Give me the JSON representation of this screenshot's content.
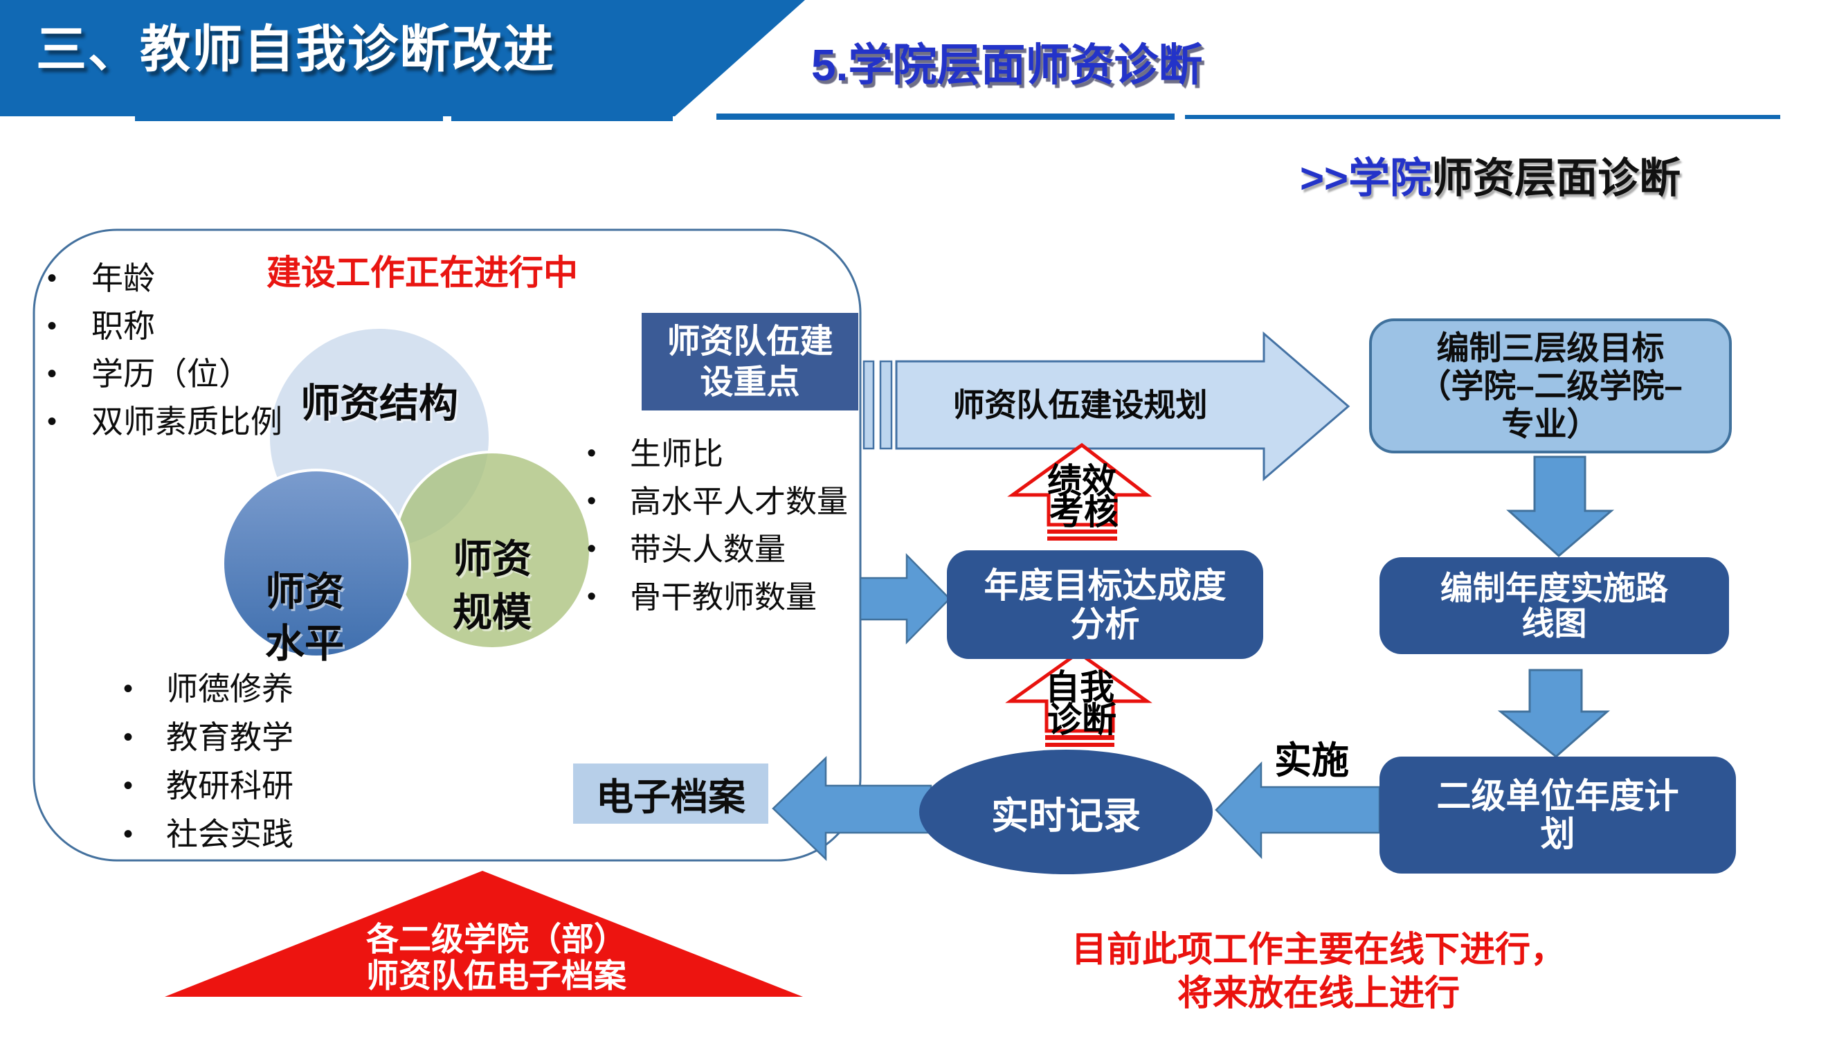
{
  "banner": {
    "title": "三、教师自我诊断改进"
  },
  "heading": {
    "section_title": "5.学院层面师资诊断",
    "breadcrumb_prefix": ">>",
    "breadcrumb_blue": "学院",
    "breadcrumb_rest": "师资层面诊断"
  },
  "diagnosis_panel": {
    "status_note": "建设工作正在进行中",
    "structure_bullets": [
      "年龄",
      "职称",
      "学历（位）",
      "双师素质比例"
    ],
    "level_bullets": [
      "师德修养",
      "教育教学",
      "教研科研",
      "社会实践"
    ],
    "venn": {
      "structure": "师资结构",
      "level_line1": "师资",
      "level_line2": "水平",
      "scale_line1": "师资",
      "scale_line2": "规模"
    },
    "focus_box": {
      "line1": "师资队伍建",
      "line2": "设重点"
    },
    "focus_bullets": [
      "生师比",
      "高水平人才数量",
      "带头人数量",
      "骨干教师数量"
    ],
    "earchive_label": "电子档案"
  },
  "flow": {
    "plan_arrow_label": "师资队伍建设规划",
    "goal_box": {
      "line1": "编制三层级目标",
      "line2": "（学院–二级学院–",
      "line3": "专业）"
    },
    "roadmap_box": {
      "line1": "编制年度实施路",
      "line2": "线图"
    },
    "annual_box": {
      "line1": "二级单位年度计",
      "line2": "划"
    },
    "analysis_box": {
      "line1": "年度目标达成度",
      "line2": "分析"
    },
    "record_label": "实时记录",
    "implement_label": "实施",
    "perf_arrow": {
      "line1": "绩效",
      "line2": "考核"
    },
    "self_arrow": {
      "line1": "自我",
      "line2": "诊断"
    }
  },
  "triangle_callout": {
    "line1": "各二级学院（部）",
    "line2": "师资队伍电子档案"
  },
  "footnote": {
    "line1": "目前此项工作主要在线下进行，",
    "line2": "将来放在线上进行"
  },
  "colors": {
    "banner_blue": "#1169b4",
    "heading_blue": "#2333c9",
    "dark_box_blue": "#2e5593",
    "focus_box_blue": "#3b5b96",
    "light_box_blue": "#9cc2e5",
    "arrow_fill_light": "#c6dbf2",
    "arrow_fill_medium": "#5b9bd5",
    "arrow_border": "#41719c",
    "venn_top": "#d5e1f0",
    "venn_left": "#4f81bd",
    "venn_right": "#b6c98e",
    "red": "#e91511"
  }
}
